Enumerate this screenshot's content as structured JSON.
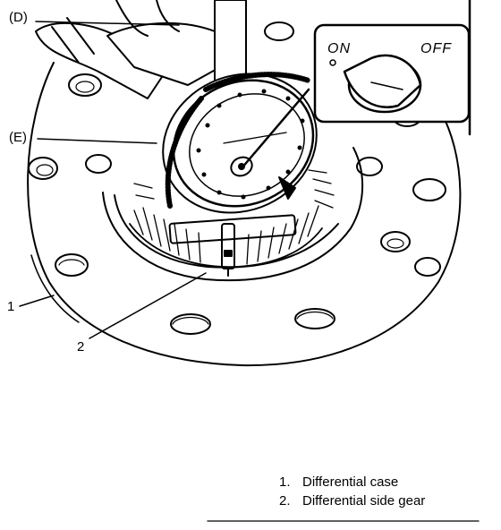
{
  "callouts": {
    "d": "(D)",
    "e": "(E)",
    "one": "1",
    "two": "2"
  },
  "switch": {
    "on_label": "ON",
    "off_label": "OFF"
  },
  "legend": {
    "items": [
      {
        "number": "1.",
        "label": "Differential case"
      },
      {
        "number": "2.",
        "label": "Differential side gear"
      }
    ]
  }
}
